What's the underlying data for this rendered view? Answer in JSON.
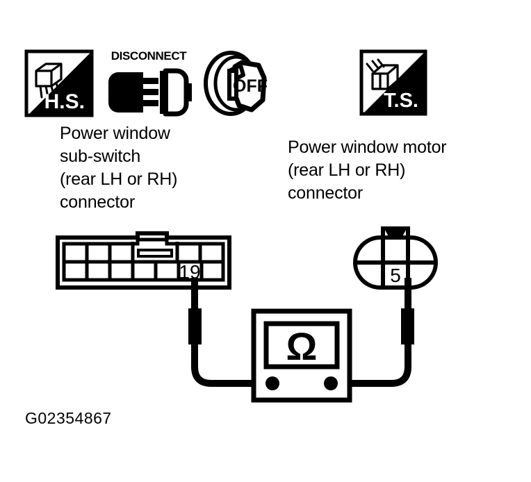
{
  "document": {
    "type": "automotive-wiring-continuity-test-diagram",
    "part_code": "G02354867",
    "background_color": "#ffffff",
    "ink_color": "#000000"
  },
  "icons": [
    {
      "name": "hs-icon",
      "label": "H.S.",
      "meaning": "Harness Side connector view",
      "style": "square with diagonal split, connector glyph upper-left, label lower-right in white on black"
    },
    {
      "name": "disconnect-icon",
      "label": "DISCONNECT",
      "meaning": "Disconnect the connector before testing",
      "style": "two connector halves pulled apart, caption above in bold"
    },
    {
      "name": "ignition-off-icon",
      "label": "OFF",
      "meaning": "Turn ignition switch to OFF",
      "style": "key in ignition barrel with OFF lettering"
    },
    {
      "name": "ts-icon",
      "label": "T.S.",
      "meaning": "Terminal Side connector view",
      "style": "square with diagonal split, connector glyph upper-left, label lower-right in white on black"
    }
  ],
  "labels": {
    "sub_switch": {
      "lines": [
        "Power window",
        "sub-switch",
        "(rear LH or RH)",
        "connector"
      ],
      "text": "Power window\nsub-switch\n(rear LH or RH)\nconnector"
    },
    "motor": {
      "lines": [
        "Power window motor",
        "(rear LH or RH)",
        "connector"
      ],
      "text": "Power window motor\n(rear LH or RH)\nconnector"
    }
  },
  "connectors": {
    "sub_switch": {
      "name": "power-window-sub-switch-connector",
      "shape": "rectangular",
      "top_row_cells": 5,
      "bottom_row_cells": 6,
      "has_keyway_slot": true,
      "probe_pin": "19",
      "probe_pin_position": "bottom row, 6th cell from left"
    },
    "motor": {
      "name": "power-window-motor-connector",
      "shape": "oval",
      "top_row_cells": 3,
      "bottom_row_cells": 3,
      "has_orientation_triangle": true,
      "probe_pin": "5",
      "probe_pin_position": "bottom row, middle cell"
    }
  },
  "meter": {
    "name": "ohmmeter",
    "symbol": "Ω",
    "reading": "",
    "terminals": 2,
    "description": "Continuity / resistance meter connected between sub-switch pin 19 and motor pin 5"
  },
  "wires": [
    {
      "from": "sub-switch pin 19",
      "to": "ohmmeter left terminal",
      "has_probe_sleeve": true
    },
    {
      "from": "motor pin 5",
      "to": "ohmmeter right terminal",
      "has_probe_sleeve": true
    }
  ]
}
